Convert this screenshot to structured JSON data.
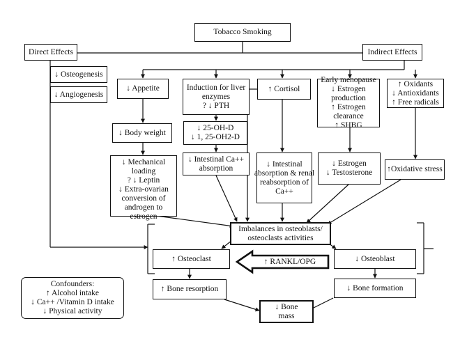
{
  "nodes": {
    "tobacco": [
      "Tobacco Smoking"
    ],
    "direct": [
      "Direct Effects"
    ],
    "indirect": [
      "Indirect Effects"
    ],
    "osteogenesis": [
      "↓ Osteogenesis"
    ],
    "angiogenesis": [
      "↓ Angiogenesis"
    ],
    "appetite": [
      "↓ Appetite"
    ],
    "liver": [
      "Induction for liver",
      "enzymes",
      "? ↓ PTH"
    ],
    "cortisol": [
      "↑ Cortisol"
    ],
    "menopause": [
      "Early menopause",
      "↓ Estrogen",
      "production",
      "↑ Estrogen",
      "clearance",
      "↑ SHBG"
    ],
    "oxidants": [
      "↑ Oxidants",
      "↓ Antioxidants",
      "↑ Free radicals"
    ],
    "bodyweight": [
      "↓ Body weight"
    ],
    "vitd": [
      "↓ 25-OH-D",
      "↓ 1, 25-OH2-D"
    ],
    "mechanical": [
      "↓ Mechanical",
      "loading",
      "? ↓ Leptin",
      "↓ Extra-ovarian",
      "conversion of",
      "androgen to",
      "estrogen"
    ],
    "intestinal": [
      "↓ Intestinal Ca++",
      "absorption"
    ],
    "renal": [
      "↓ Intestinal",
      "absorption & renal",
      "reabsorption of",
      "Ca++"
    ],
    "estrogen": [
      "↓ Estrogen",
      "↓ Testosterone"
    ],
    "oxstress": [
      "↑Oxidative stress"
    ],
    "imbalance": [
      "Imbalances in osteoblasts/",
      "osteoclasts activities"
    ],
    "osteoclast": [
      "↑ Osteoclast"
    ],
    "rankl": [
      "↑ RANKL/OPG"
    ],
    "osteoblast": [
      "↓ Osteoblast"
    ],
    "confounders": [
      "Confounders:",
      "↑ Alcohol intake",
      "↓ Ca++ /Vitamin D intake",
      "↓ Physical activity"
    ],
    "resorption": [
      "↑ Bone resorption"
    ],
    "formation": [
      "↓ Bone formation"
    ],
    "bonemass": [
      "↓ Bone",
      "mass"
    ]
  }
}
